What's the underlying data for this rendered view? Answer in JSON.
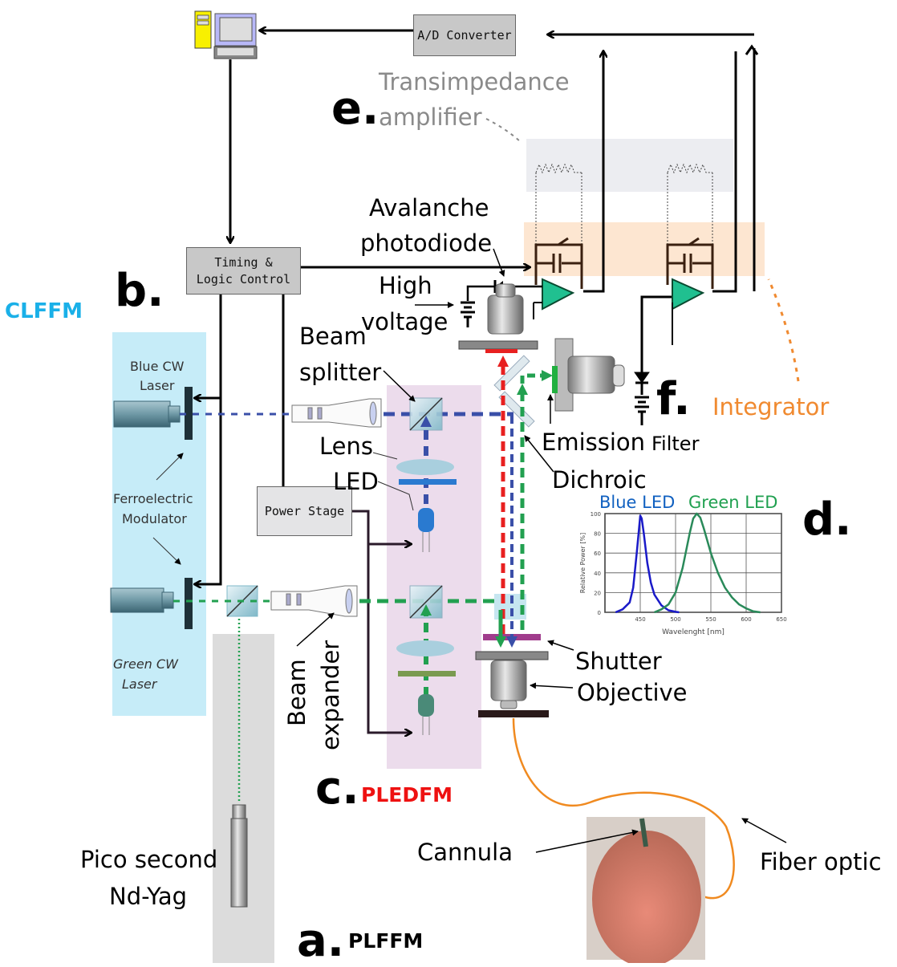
{
  "sections": {
    "a": {
      "letter": "a.",
      "name": "PLFFM",
      "color": "#000000"
    },
    "b": {
      "letter": "b.",
      "name": "CLFFM",
      "color": "#1ab0e8"
    },
    "c": {
      "letter": "c.",
      "name": "PLEDFM",
      "color": "#ee1111"
    },
    "d": {
      "letter": "d."
    },
    "e": {
      "letter": "e.",
      "name_line1": "Transimpedance",
      "name_line2": "amplifier",
      "color": "#8a8a8a"
    },
    "f": {
      "letter": "f.",
      "name": "Integrator",
      "color": "#f08a30"
    }
  },
  "boxes": {
    "ad_converter": "A/D Converter",
    "timing_line1": "Timing &",
    "timing_line2": "Logic Control",
    "power_stage": "Power Stage"
  },
  "labels": {
    "avalanche_line1": "Avalanche",
    "avalanche_line2": "photodiode",
    "high": "High",
    "voltage": "voltage",
    "beam_splitter_line1": "Beam",
    "beam_splitter_line2": "splitter",
    "lens": "Lens",
    "led": "LED",
    "emission": "Emission",
    "filter": "Filter",
    "dichroic": "Dichroic",
    "shutter": "Shutter",
    "objective": "Objective",
    "beam_expander_line1": "Beam",
    "beam_expander_line2": "expander",
    "cannula": "Cannula",
    "fiber_optic": "Fiber optic",
    "pico_line1": "Pico second",
    "pico_line2": "Nd-Yag",
    "blue_laser_line1": "Blue CW",
    "blue_laser_line2": "Laser",
    "ferro_line1": "Ferroelectric",
    "ferro_line2": "Modulator",
    "green_laser_line1": "Green CW",
    "green_laser_line2": "Laser"
  },
  "colors": {
    "blue_beam": "#3a4fa8",
    "green_beam": "#22a050",
    "red_beam": "#e82020",
    "clffm_panel": "#c6ecf8",
    "pledfm_panel": "#ecdcec",
    "plffm_panel": "#dcdcdc",
    "integrator_band": "#fde3cc",
    "transimpedance_band": "#ecedf1",
    "opamp": "#20c090",
    "fiber": "#f08a20"
  },
  "chart_data": {
    "type": "line",
    "title": "",
    "legend": [
      {
        "name": "Blue LED",
        "color": "#1060c0"
      },
      {
        "name": "Green LED",
        "color": "#20a050"
      }
    ],
    "legend_placement": "top",
    "xlabel": "Wavelenght [nm]",
    "ylabel": "Relative Power [%]",
    "xlim": [
      400,
      650
    ],
    "ylim": [
      0,
      100
    ],
    "xticks": [
      450,
      500,
      550,
      600,
      650
    ],
    "yticks": [
      0,
      20,
      40,
      60,
      80,
      100
    ],
    "grid": true,
    "series": [
      {
        "name": "Blue LED",
        "color": "#1a1ac8",
        "x": [
          415,
          425,
          435,
          440,
          445,
          450,
          452,
          455,
          460,
          465,
          470,
          480,
          490,
          500,
          505
        ],
        "y": [
          0,
          3,
          10,
          25,
          60,
          98,
          95,
          80,
          50,
          30,
          18,
          7,
          2,
          0.5,
          0
        ]
      },
      {
        "name": "Green LED",
        "color": "#2a8a5a",
        "x": [
          470,
          480,
          490,
          500,
          510,
          520,
          525,
          530,
          535,
          540,
          550,
          560,
          570,
          580,
          590,
          600,
          610,
          620
        ],
        "y": [
          0,
          3,
          8,
          20,
          45,
          80,
          95,
          100,
          96,
          85,
          60,
          40,
          25,
          15,
          8,
          4,
          1,
          0
        ]
      }
    ]
  }
}
